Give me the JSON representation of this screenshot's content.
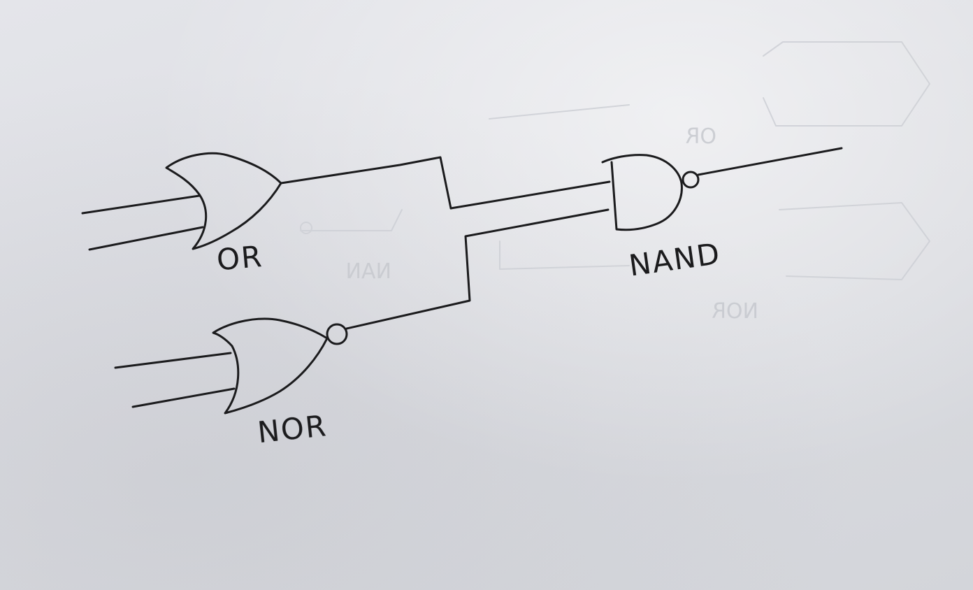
{
  "gates": {
    "or": {
      "label": "OR"
    },
    "nor": {
      "label": "NOR"
    },
    "nand": {
      "label": "NAND"
    }
  },
  "show_through": {
    "label_1": "NAN",
    "label_2": "NOR",
    "label_3": "OR"
  }
}
